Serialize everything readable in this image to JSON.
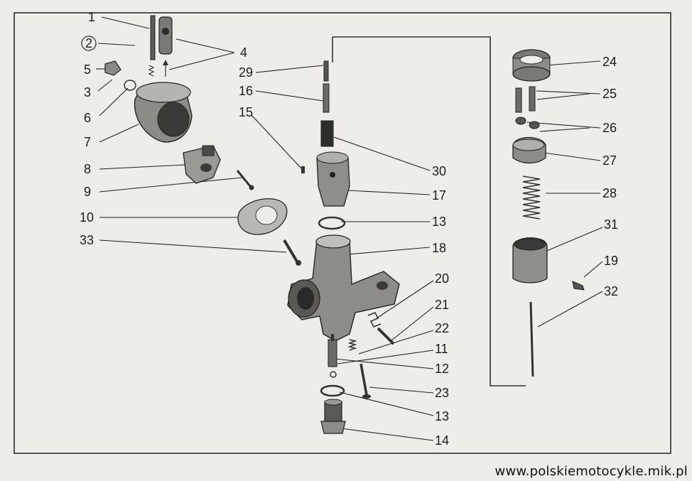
{
  "parts": [
    {
      "id": "p1",
      "text": "1"
    },
    {
      "id": "p2",
      "text": "2"
    },
    {
      "id": "p3",
      "text": "3"
    },
    {
      "id": "p4",
      "text": "4"
    },
    {
      "id": "p5",
      "text": "5"
    },
    {
      "id": "p6",
      "text": "6"
    },
    {
      "id": "p7",
      "text": "7"
    },
    {
      "id": "p8",
      "text": "8"
    },
    {
      "id": "p9",
      "text": "9"
    },
    {
      "id": "p10",
      "text": "10"
    },
    {
      "id": "p33",
      "text": "33"
    },
    {
      "id": "p29",
      "text": "29"
    },
    {
      "id": "p16",
      "text": "16"
    },
    {
      "id": "p15",
      "text": "15"
    },
    {
      "id": "p30",
      "text": "30"
    },
    {
      "id": "p17",
      "text": "17"
    },
    {
      "id": "p13a",
      "text": "13"
    },
    {
      "id": "p18",
      "text": "18"
    },
    {
      "id": "p20",
      "text": "20"
    },
    {
      "id": "p21",
      "text": "21"
    },
    {
      "id": "p22",
      "text": "22"
    },
    {
      "id": "p11",
      "text": "11"
    },
    {
      "id": "p12",
      "text": "12"
    },
    {
      "id": "p23",
      "text": "23"
    },
    {
      "id": "p13b",
      "text": "13"
    },
    {
      "id": "p14",
      "text": "14"
    },
    {
      "id": "p24",
      "text": "24"
    },
    {
      "id": "p25",
      "text": "25"
    },
    {
      "id": "p26",
      "text": "26"
    },
    {
      "id": "p27",
      "text": "27"
    },
    {
      "id": "p28",
      "text": "28"
    },
    {
      "id": "p31",
      "text": "31"
    },
    {
      "id": "p19",
      "text": "19"
    },
    {
      "id": "p32",
      "text": "32"
    }
  ],
  "footer": {
    "url": "www.polskiemotocykle.mik.pl"
  }
}
